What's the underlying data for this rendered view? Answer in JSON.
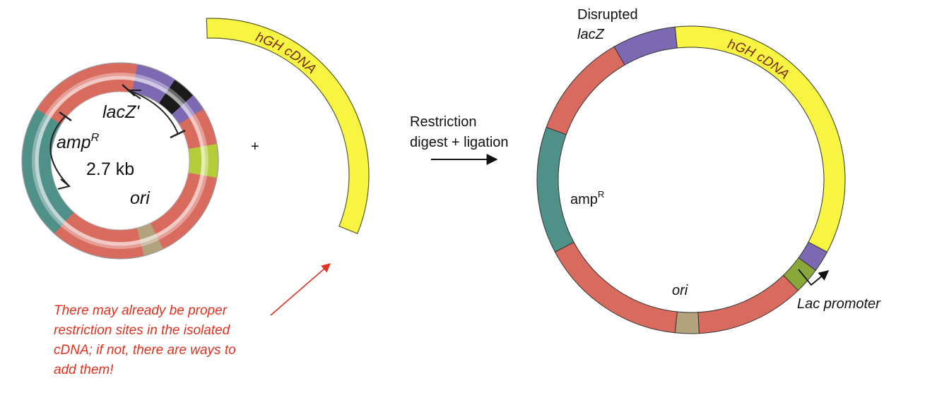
{
  "colors": {
    "red": "#d96b5e",
    "teal": "#4f9089",
    "purple": "#7d69b1",
    "lime": "#b5cc3a",
    "olive": "#8aa83a",
    "yellow": "#f7f542",
    "tan": "#b3a27c",
    "black": "#1a1a1a",
    "annotation": "#e0301e"
  },
  "left_plasmid": {
    "lacz_label": "lacZ'",
    "amp_label": "amp",
    "amp_sup": "R",
    "size_label": "2.7 kb",
    "ori_label": "ori"
  },
  "plus": "+",
  "insert": {
    "label": "hGH cDNA"
  },
  "process": {
    "line1": "Restriction",
    "line2": "digest + ligation"
  },
  "note": {
    "line1": "There may already be proper",
    "line2": "restriction sites in the isolated",
    "line3": "cDNA; if not, there are ways to",
    "line4": "add them!"
  },
  "right_plasmid": {
    "disrupted_line1": "Disrupted",
    "disrupted_line2": "lacZ",
    "insert_label": "hGH cDNA",
    "amp_label": "amp",
    "amp_sup": "R",
    "ori_label": "ori",
    "promoter_label": "Lac promoter"
  }
}
